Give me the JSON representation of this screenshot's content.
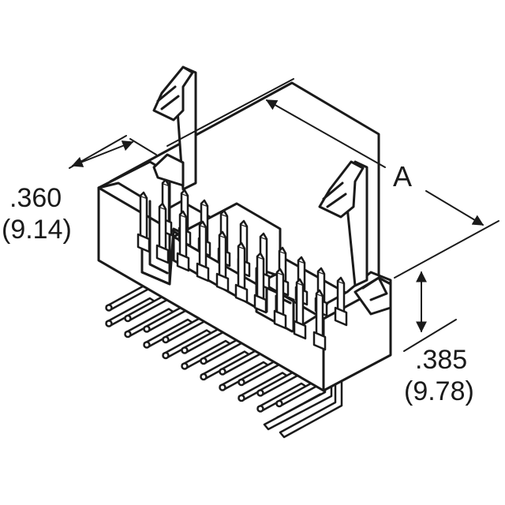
{
  "diagram": {
    "dimension_width": {
      "inch": ".360",
      "mm": "(9.14)"
    },
    "dimension_length": {
      "label": "A"
    },
    "dimension_height": {
      "inch": ".385",
      "mm": "(9.78)"
    },
    "colors": {
      "line": "#1a1a1a",
      "background": "#ffffff"
    }
  }
}
